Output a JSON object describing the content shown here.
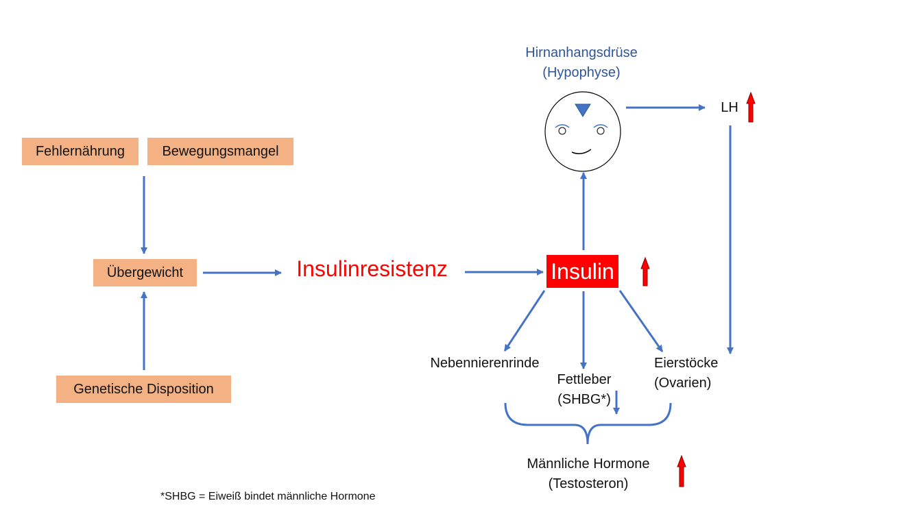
{
  "causes": {
    "fehlernaehrung": "Fehlernährung",
    "bewegungsmangel": "Bewegungsmangel",
    "uebergewicht": "Übergewicht",
    "genetik": "Genetische Disposition"
  },
  "insulinresistenz": "Insulinresistenz",
  "insulin": "Insulin",
  "hypophyse": {
    "line1": "Hirnanhangsdrüse",
    "line2": "(Hypophyse)"
  },
  "lh": "LH",
  "targets": {
    "nebenniere": "Nebennierenrinde",
    "fettleber": {
      "line1": "Fettleber",
      "line2": "(SHBG*)"
    },
    "ovarien": {
      "line1": "Eierstöcke",
      "line2": "(Ovarien)"
    }
  },
  "hormone": {
    "line1": "Männliche Hormone",
    "line2": "(Testosteron)"
  },
  "footnote": "*SHBG = Eiweiß bindet männliche Hormone",
  "colors": {
    "arrow": "#4472c4",
    "box": "#f4b183",
    "red": "#ff0000",
    "hypophyse_text": "#2f5597"
  },
  "icons": [
    "face-icon",
    "triangle-icon",
    "up-arrow-icon",
    "curly-brace-icon"
  ]
}
